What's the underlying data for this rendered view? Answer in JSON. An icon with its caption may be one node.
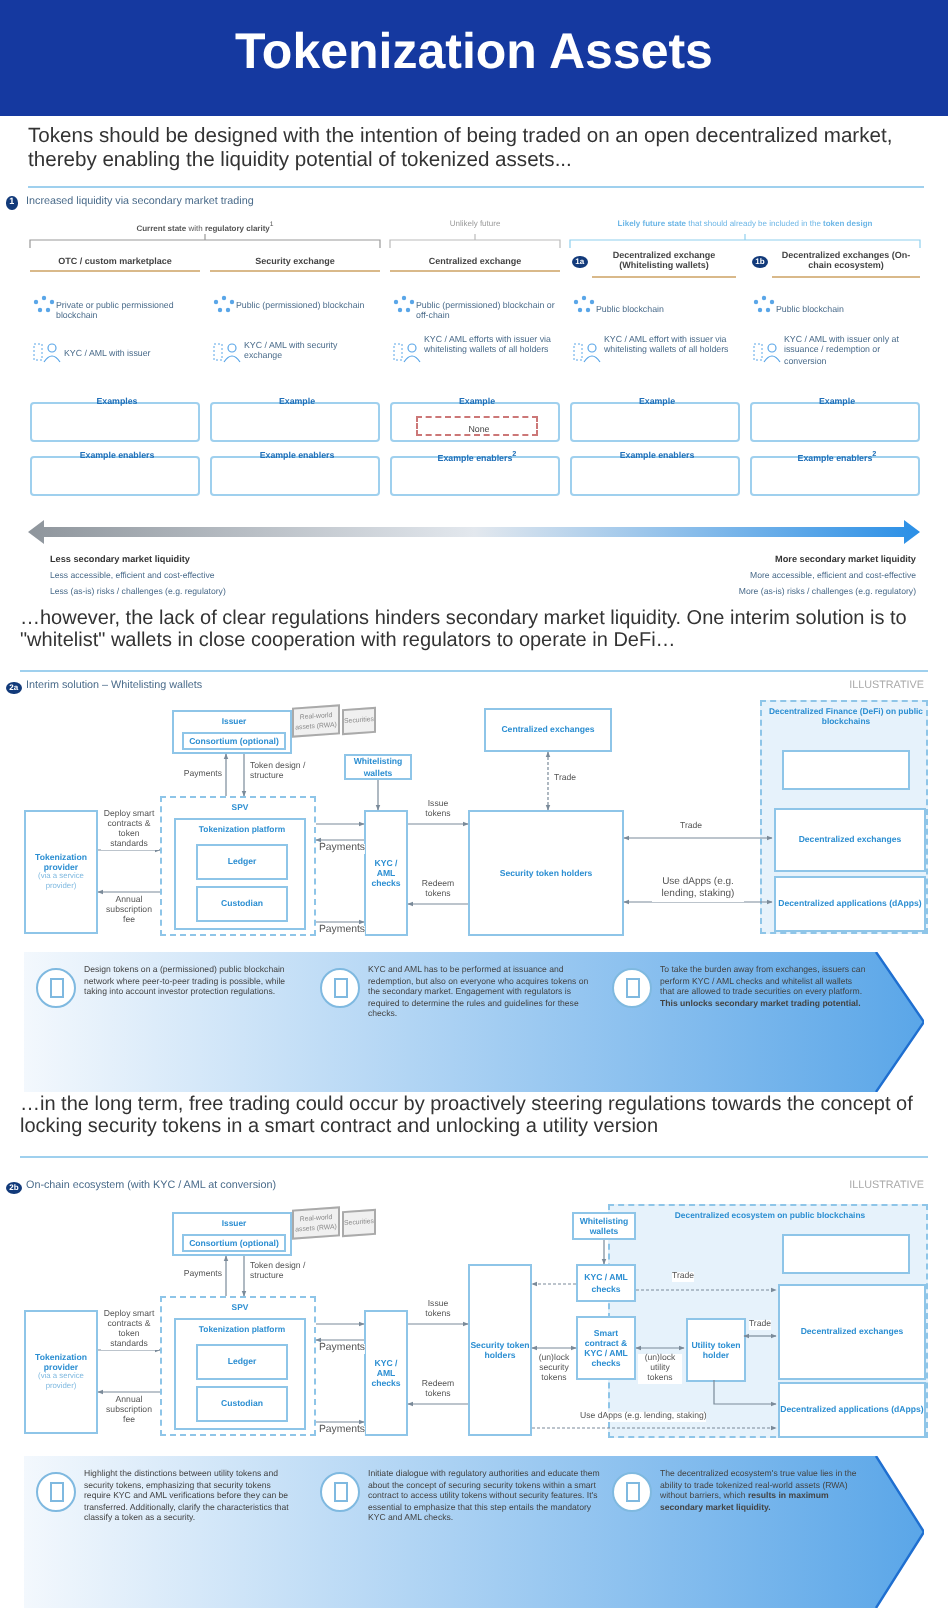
{
  "diagram": {
    "title": "Tokenization Assets",
    "nodes": [
      {
        "text": [
          "Examples"
        ]
      },
      {
        "text": [
          "Example"
        ]
      },
      {
        "text": [
          "Example"
        ]
      },
      {
        "text": [
          "None"
        ],
        "in": 2
      },
      {
        "text": [
          "Example"
        ]
      },
      {
        "text": [
          "Example"
        ]
      },
      {
        "text": [
          "Example enablers"
        ]
      },
      {
        "text": [
          "Example enablers"
        ]
      },
      {
        "text": [
          "Example enablers$^{2}$"
        ]
      },
      {
        "text": [
          "Example enablers"
        ]
      },
      {
        "text": [
          "Example enablers$^{2}$"
        ]
      },
      {
        "text": [
          "Issuer"
        ]
      },
      {
        "text": [
          "Consortium (optional)"
        ],
        "in": 11
      },
      {
        "text": [
          "Real-world assets (RWA)"
        ]
      },
      {
        "text": [
          "Securities"
        ]
      },
      {
        "text": [
          "Centralized exchanges"
        ]
      },
      {
        "text": [
          "Decentralized Finance (DeFi) on public blockchains"
        ]
      },
      {
        "text": [],
        "shape": "box",
        "in": 16
      },
      {
        "text": [
          "Decentralized exchanges"
        ],
        "in": 16
      },
      {
        "text": [
          "Decentralized applications (dApps)"
        ],
        "in": 16
      },
      {
        "text": [
          "Whitelisting wallets"
        ]
      },
      {
        "text": [
          "Tokenization provider",
          "(via a service provider)"
        ]
      },
      {
        "text": [
          "SPV"
        ]
      },
      {
        "text": [
          "Tokenization platform"
        ],
        "in": 22
      },
      {
        "text": [
          "Ledger"
        ],
        "in": 23
      },
      {
        "text": [
          "Custodian"
        ],
        "in": 23
      },
      {
        "text": [
          "KYC / AML checks"
        ]
      },
      {
        "text": [
          "Security token holders"
        ]
      },
      {
        "text": [
          "Design tokens on a (permissioned) public blockchain network where peer-to-peer trading is possible, while taking into account investor protection regulations.",
          "KYC and AML has to be performed at issuance and redemption, but also on everyone who acquires tokens on the secondary market. Engagement with regulators is required to determine the rules and guidelines for these checks.",
          "To take the burden away from exchanges, issuers can perform KYC / AML checks and whitelist all wallets that are allowed to trade securities on every platform. **This unlocks secondary market trading potential.**"
        ]
      },
      {
        "text": [
          "Issuer"
        ]
      },
      {
        "text": [
          "Consortium (optional)"
        ],
        "in": 29
      },
      {
        "text": [
          "Real-world assets (RWA)"
        ]
      },
      {
        "text": [
          "Securities"
        ]
      },
      {
        "text": [
          "Decentralized ecosystem on public blockchains"
        ]
      },
      {
        "text": [],
        "shape": "box",
        "in": 33
      },
      {
        "text": [
          "Decentralized exchanges"
        ],
        "in": 33
      },
      {
        "text": [
          "Decentralized applications (dApps)"
        ],
        "in": 33
      },
      {
        "text": [
          "Utility token holder"
        ],
        "in": 33
      },
      {
        "text": [
          "Whitelisting wallets"
        ]
      },
      {
        "text": [
          "KYC / AML checks"
        ]
      },
      {
        "text": [
          "Tokenization provider",
          "(via a service provider)"
        ]
      },
      {
        "text": [
          "SPV"
        ]
      },
      {
        "text": [
          "Tokenization platform"
        ],
        "in": 41
      },
      {
        "text": [
          "Ledger"
        ],
        "in": 42
      },
      {
        "text": [
          "Custodian"
        ],
        "in": 42
      },
      {
        "text": [
          "KYC / AML checks"
        ]
      },
      {
        "text": [
          "Security token holders"
        ]
      },
      {
        "text": [
          "Smart contract & KYC / AML checks"
        ]
      },
      {
        "text": [
          "Highlight the distinctions between utility tokens and security tokens, emphasizing that security tokens require KYC and AML verifications before they can be transferred. Additionally, clarify the characteristics that classify a token as a security.",
          "Initiate dialogue with regulatory authorities and educate them about the concept of securing security tokens within a smart contract to access utility tokens without security features. It's essential to emphasize that this step entails the mandatory KYC and AML checks.",
          "The decentralized ecosystem's true value lies in the ability to trade tokenized real-world assets (RWA) without barriers, which **results in maximum secondary market liquidity.**"
        ]
      }
    ],
    "edges": [
      {
        "from": 22,
        "to": 11,
        "arrow": "to",
        "label": "Payments"
      },
      {
        "from": 11,
        "to": 22,
        "arrow": "to",
        "label": "Token design / structure"
      },
      {
        "from": 21,
        "to": 22,
        "arrow": "to",
        "label": "Deploy smart contracts & token standards"
      },
      {
        "from": 22,
        "to": 21,
        "arrow": "to",
        "label": "Annual subscription fee"
      },
      {
        "from": 22,
        "to": 26,
        "arrow": "to"
      },
      {
        "from": 26,
        "to": 27,
        "arrow": "to",
        "label": "Issue tokens"
      },
      {
        "from": 26,
        "to": 22,
        "arrow": "to",
        "label": "Payments"
      },
      {
        "from": 27,
        "to": 26,
        "arrow": "to",
        "label": "Redeem tokens"
      },
      {
        "from": 22,
        "to": 26,
        "arrow": "to",
        "label": "Payments"
      },
      {
        "from": 20,
        "to": 26,
        "arrow": "to"
      },
      {
        "from": 15,
        "to": 27,
        "arrow": "both",
        "label": "Trade",
        "style": "dashed"
      },
      {
        "from": 27,
        "to": 18,
        "arrow": "both",
        "label": "Trade"
      },
      {
        "from": 27,
        "to": 19,
        "arrow": "both",
        "label": "Use dApps (e.g. lending, staking)"
      },
      {
        "from": 41,
        "to": 29,
        "arrow": "to",
        "label": "Payments"
      },
      {
        "from": 29,
        "to": 41,
        "arrow": "to",
        "label": "Token design / structure"
      },
      {
        "from": 40,
        "to": 41,
        "arrow": "to",
        "label": "Deploy smart contracts & token standards"
      },
      {
        "from": 41,
        "to": 40,
        "arrow": "to",
        "label": "Annual subscription fee"
      },
      {
        "from": 41,
        "to": 45,
        "arrow": "to"
      },
      {
        "from": 45,
        "to": 46,
        "arrow": "to",
        "label": "Issue tokens"
      },
      {
        "from": 45,
        "to": 41,
        "arrow": "to",
        "label": "Payments"
      },
      {
        "from": 46,
        "to": 45,
        "arrow": "to",
        "label": "Redeem tokens"
      },
      {
        "from": 41,
        "to": 45,
        "arrow": "to",
        "label": "Payments"
      },
      {
        "from": 38,
        "to": 39,
        "arrow": "to"
      },
      {
        "from": 39,
        "to": 46,
        "arrow": "to",
        "style": "dashed"
      },
      {
        "from": 39,
        "to": 35,
        "arrow": "to",
        "label": "Trade",
        "style": "dashed"
      },
      {
        "from": 46,
        "to": 47,
        "arrow": "both",
        "label": "(un)lock security tokens"
      },
      {
        "from": 47,
        "to": 37,
        "arrow": "both",
        "label": "(un)lock utility tokens"
      },
      {
        "from": 37,
        "to": 35,
        "arrow": "both",
        "label": "Trade"
      },
      {
        "from": 37,
        "to": 36,
        "arrow": "to",
        "label": "Use dApps (e.g. lending, staking)"
      },
      {
        "from": 46,
        "to": 36,
        "arrow": "to",
        "style": "dashed"
      }
    ],
    "labels": [
      "Tokens should be designed with the intention of being traded on an open decentralized market, thereby enabling the liquidity potential of tokenized assets...",
      "1",
      "Increased liquidity via secondary market trading",
      "**Current state** with **regulatory clarity**$^{1}$",
      "Unlikely future",
      "**Likely future state** that should already be included in the **token design**",
      "OTC / custom marketplace",
      "Security exchange",
      "Centralized exchange",
      "1a",
      "Decentralized exchange (Whitelisting wallets)",
      "1b",
      "Decentralized exchanges (On-chain ecosystem)",
      "Private or public permissioned blockchain",
      "Public (permissioned) blockchain",
      "Public (permissioned) blockchain or off-chain",
      "Public blockchain",
      "Public blockchain",
      "KYC / AML with issuer",
      "KYC / AML with security exchange",
      "KYC / AML efforts with issuer via whitelisting wallets of all holders",
      "KYC / AML effort with issuer via whitelisting wallets of all holders",
      "KYC / AML with issuer only at issuance / redemption or conversion",
      "Less secondary market liquidity",
      "Less accessible, efficient and cost-effective",
      "Less (as-is) risks / challenges (e.g. regulatory)",
      "More secondary market liquidity",
      "More accessible, efficient and cost-effective",
      "More (as-is) risks / challenges (e.g. regulatory)",
      "…however, the lack of clear regulations hinders secondary market liquidity. One interim solution is to \"whitelist\" wallets in close cooperation with regulators to operate in DeFi…",
      "2a",
      "Interim solution – Whitelisting wallets",
      "ILLUSTRATIVE",
      "…in the long term, free trading could occur by proactively steering regulations towards the concept of locking security tokens in a smart contract and unlocking a utility version",
      "2b",
      "On-chain ecosystem (with KYC / AML at conversion)",
      "ILLUSTRATIVE"
    ]
  }
}
